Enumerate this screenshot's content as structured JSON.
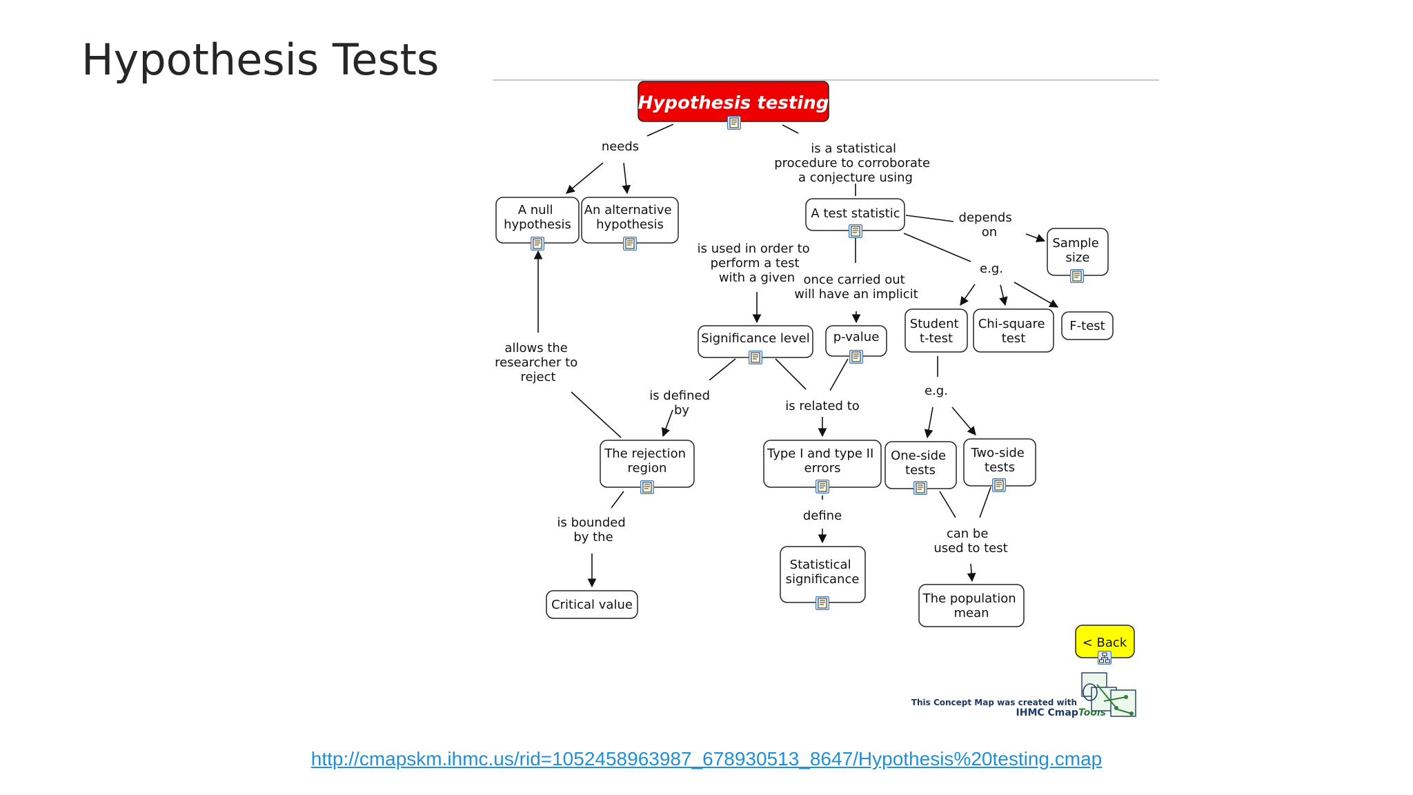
{
  "slide": {
    "title": "Hypothesis Tests",
    "url": "http://cmapskm.ihmc.us/rid=1052458963987_678930513_8647/Hypothesis%20testing.cmap"
  },
  "concept_map": {
    "root": "Hypothesis testing",
    "nodes": {
      "null_hypothesis": [
        "A null",
        "hypothesis"
      ],
      "alternative_hypothesis": [
        "An alternative",
        "hypothesis"
      ],
      "test_statistic": [
        "A test statistic"
      ],
      "sample_size": [
        "Sample",
        "size"
      ],
      "significance_level": [
        "Significance level"
      ],
      "p_value": [
        "p-value"
      ],
      "student_t_test": [
        "Student",
        "t-test"
      ],
      "chi_square_test": [
        "Chi-square",
        "test"
      ],
      "f_test": [
        "F-test"
      ],
      "rejection_region": [
        "The rejection",
        "region"
      ],
      "type_errors": [
        "Type I and type II",
        "errors"
      ],
      "one_side_tests": [
        "One-side",
        "tests"
      ],
      "two_side_tests": [
        "Two-side",
        "tests"
      ],
      "critical_value": [
        "Critical value"
      ],
      "statistical_significance": [
        "Statistical",
        "significance"
      ],
      "population_mean": [
        "The population",
        "mean"
      ]
    },
    "links": {
      "needs": [
        "needs"
      ],
      "statistical_procedure": [
        "is a statistical",
        "procedure to corroborate",
        "a conjecture using"
      ],
      "depends_on": [
        "depends",
        "on"
      ],
      "used_in_order": [
        "is used in order to",
        "perform a test",
        "with a given"
      ],
      "once_carried_out": [
        "once carried out",
        "will have an implicit"
      ],
      "eg_tests": [
        "e.g."
      ],
      "eg_sides": [
        "e.g."
      ],
      "allows_reject": [
        "allows the",
        "researcher to",
        "reject"
      ],
      "is_defined_by": [
        "is defined",
        "by"
      ],
      "is_related_to": [
        "is related to"
      ],
      "is_bounded_by": [
        "is bounded",
        "by the"
      ],
      "define": [
        "define"
      ],
      "can_be_used": [
        "can be",
        "used to test"
      ]
    },
    "back_button": "<  Back",
    "credit": {
      "line1": "This Concept Map was created with",
      "brand_prefix": "IHMC Cmap",
      "brand_suffix": "Tools"
    },
    "colors": {
      "root_fill": "#ee0000",
      "back_fill": "#ffff00",
      "node_border": "#222222",
      "link_url": "#1f8fd6",
      "doc_icon": "#3a78c0"
    },
    "icons": [
      "document-icon",
      "cmap-link-icon",
      "cmaptools-logo-icon"
    ]
  }
}
